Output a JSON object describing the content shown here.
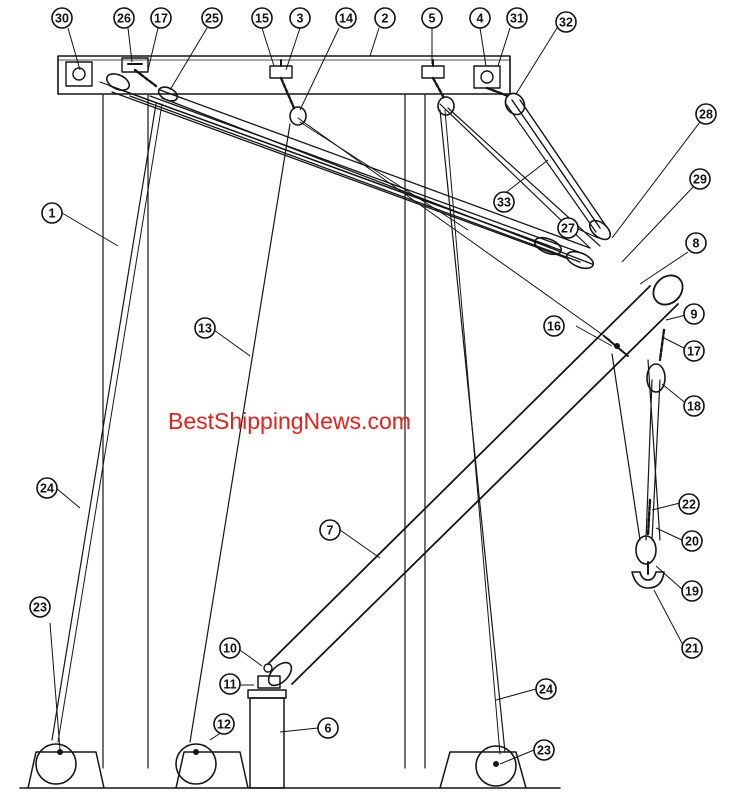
{
  "watermark": "BestShippingNews.com",
  "colors": {
    "ink": "#151515",
    "watermark": "#e8201a",
    "background": "#ffffff"
  },
  "callouts": [
    {
      "label": "30",
      "part": "blocks-frame-left-end"
    },
    {
      "label": "26",
      "part": "deckhead-eye-plate"
    },
    {
      "label": "17",
      "part": "shackle-upper"
    },
    {
      "label": "25",
      "part": "topping-block-upper"
    },
    {
      "label": "15",
      "part": "eye-plate"
    },
    {
      "label": "3",
      "part": "chain-link"
    },
    {
      "label": "14",
      "part": "lead-block"
    },
    {
      "label": "2",
      "part": "cross-tree-beam"
    },
    {
      "label": "5",
      "part": "chain-link-right"
    },
    {
      "label": "4",
      "part": "eye-plate-right"
    },
    {
      "label": "31",
      "part": "bracket"
    },
    {
      "label": "32",
      "part": "guy-block-upper"
    },
    {
      "label": "28",
      "part": "boom-head-fitting"
    },
    {
      "label": "29",
      "part": "swivel"
    },
    {
      "label": "1",
      "part": "mast"
    },
    {
      "label": "33",
      "part": "guy-wire"
    },
    {
      "label": "27",
      "part": "guy-block-lower"
    },
    {
      "label": "8",
      "part": "boom-head"
    },
    {
      "label": "9",
      "part": "cargo-eye"
    },
    {
      "label": "16",
      "part": "boom-band"
    },
    {
      "label": "17",
      "part": "shackle-lower"
    },
    {
      "label": "18",
      "part": "cargo-block-upper"
    },
    {
      "label": "13",
      "part": "stay-wire"
    },
    {
      "label": "22",
      "part": "chain"
    },
    {
      "label": "20",
      "part": "cargo-fall"
    },
    {
      "label": "7",
      "part": "boom"
    },
    {
      "label": "24",
      "part": "runner-left"
    },
    {
      "label": "19",
      "part": "cargo-block-lower"
    },
    {
      "label": "23",
      "part": "winch-left"
    },
    {
      "label": "21",
      "part": "cargo-hook"
    },
    {
      "label": "10",
      "part": "gooseneck"
    },
    {
      "label": "24",
      "part": "runner-right"
    },
    {
      "label": "11",
      "part": "heel-pin"
    },
    {
      "label": "12",
      "part": "winch-center"
    },
    {
      "label": "6",
      "part": "pedestal"
    },
    {
      "label": "23",
      "part": "winch-right"
    }
  ]
}
